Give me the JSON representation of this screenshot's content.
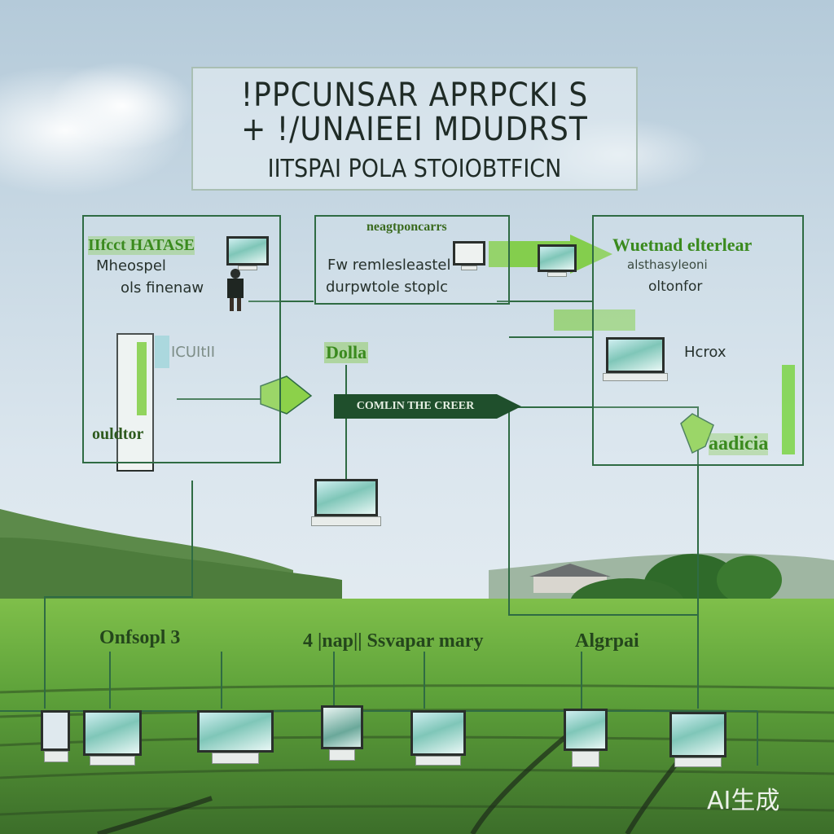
{
  "title": {
    "line1": "!PPCUNSAR APRPCKI S",
    "line2": "+ !/UNAIEEI MDUDRST",
    "line3": "IITSPAI POLA STOIOBTFICN"
  },
  "panels": {
    "left": {
      "heading": "IIfcct HATASE",
      "line1": "Mheospel",
      "line2": "ols finenaw",
      "side_label": "ICUItII",
      "bottom_label": "ouldtor"
    },
    "middle": {
      "heading": "neagtponcarrs",
      "line1": "Fw remlesleastel",
      "line2": "durpwtole stoplc",
      "sub_label": "Dolla"
    },
    "right": {
      "heading": "Wuetnad elterlear",
      "line1": "alsthasyleoni",
      "line2": "oltonfor",
      "side_label": "Hcrox",
      "bottom_label": "aadicia"
    }
  },
  "banner_text": "COMLIN THE CREER",
  "bottom_labels": [
    "Onfsopl 3",
    "4 |nap|| Ssvapar mary",
    "Algrpai"
  ],
  "watermark": "AI生成",
  "colors": {
    "line": "#2f6b43",
    "accent_green": "#6ccf2a",
    "banner": "#1f4f2c",
    "label_green": "#3a8a1e"
  },
  "icons": [
    "monitor-icon",
    "person-icon",
    "arrow-right-icon",
    "arrow-down-icon",
    "tower-icon",
    "laptop-icon"
  ]
}
